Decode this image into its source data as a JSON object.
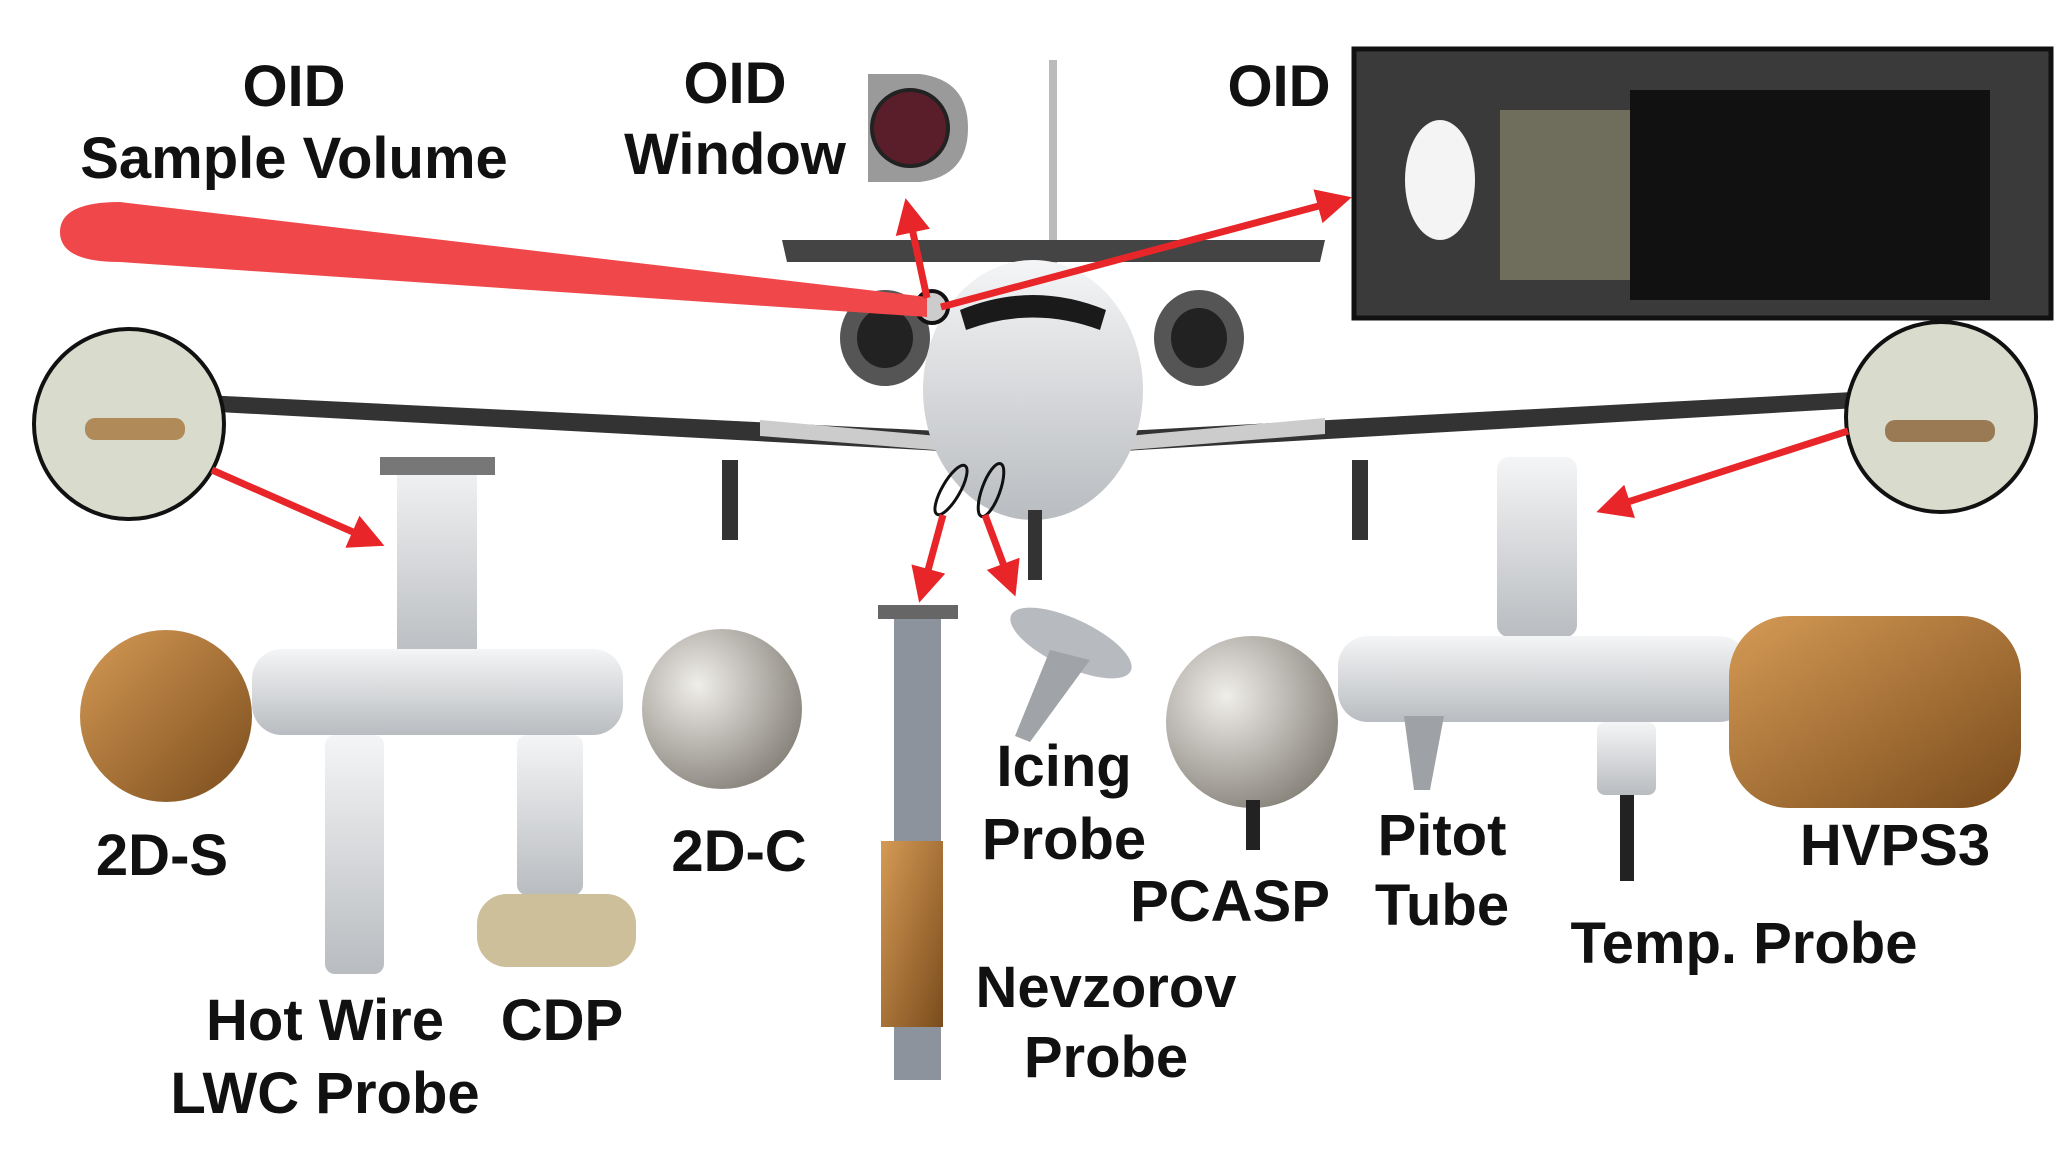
{
  "labels": {
    "oid_sample_volume": [
      "OID",
      "Sample Volume"
    ],
    "oid_window": [
      "OID",
      "Window"
    ],
    "oid": "OID",
    "two_d_s": "2D-S",
    "two_d_c": "2D-C",
    "hot_wire": [
      "Hot Wire",
      "LWC Probe"
    ],
    "cdp": "CDP",
    "icing_probe": [
      "Icing",
      "Probe"
    ],
    "nevzorov": [
      "Nevzorov",
      "Probe"
    ],
    "pcasp": "PCASP",
    "pitot": [
      "Pitot",
      "Tube"
    ],
    "temp_probe": "Temp. Probe",
    "hvps3": "HVPS3"
  },
  "colors": {
    "arrow": "#e8262a",
    "beam": "#f0474b",
    "metal": "#e4e6e8",
    "brass": "#b07a3c",
    "dark": "#222222"
  }
}
